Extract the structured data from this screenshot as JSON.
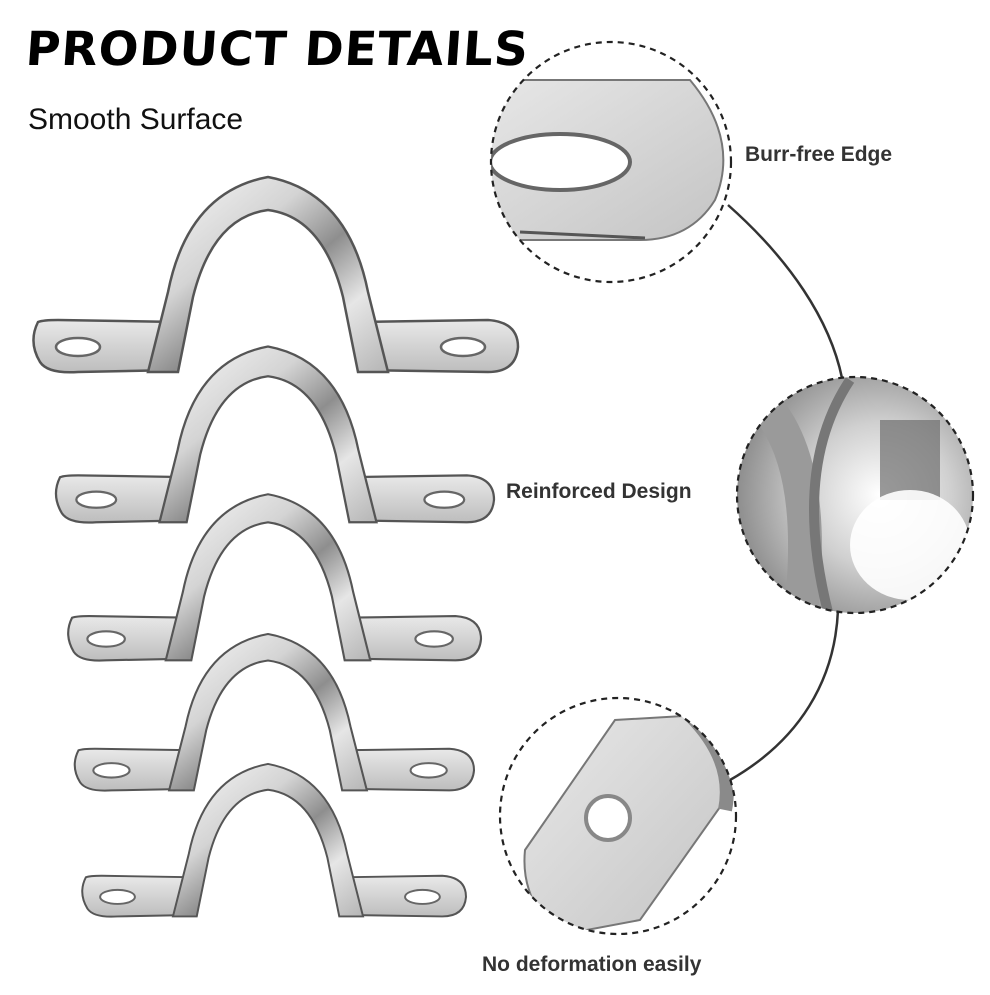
{
  "header": {
    "title": "PRODUCT DETAILS",
    "subtitle": "Smooth Surface"
  },
  "callouts": [
    {
      "label": "Burr-free Edge"
    },
    {
      "label": "Reinforced Design"
    },
    {
      "label": "No deformation easily"
    }
  ],
  "colors": {
    "background": "#ffffff",
    "metal_light": "#f2f2f2",
    "metal_mid": "#c9c9c9",
    "metal_dark": "#8a8a8a",
    "outline": "#555555",
    "dash": "#222222",
    "label": "#333333"
  },
  "clamp_count": 5
}
